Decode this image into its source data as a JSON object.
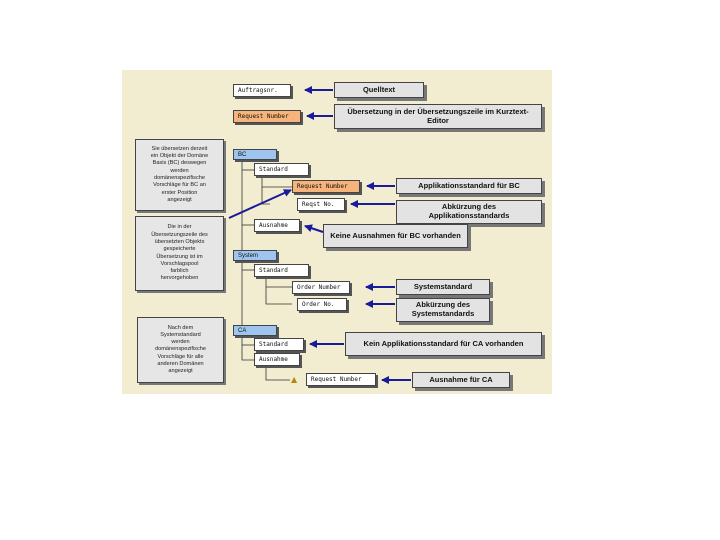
{
  "nodes": {
    "auftragsnr": "Auftragsnr.",
    "request_number_top": "Request Number",
    "bc": "BC",
    "bc_standard": "Standard",
    "bc_request_number": "Request Number",
    "bc_reqst_no": "Reqst No.",
    "bc_ausnahme": "Ausnahme",
    "system": "System",
    "sys_standard": "Standard",
    "sys_order_number": "Order Number",
    "sys_order_no": "Order No.",
    "ca": "CA",
    "ca_standard": "Standard",
    "ca_ausnahme": "Ausnahme",
    "ca_request_number": "Request Number"
  },
  "callouts": {
    "quelltext": "Quelltext",
    "uebersetzung": "Übersetzung in der Übersetzungszeile im Kurztext-Editor",
    "app_standard_bc": "Applikationsstandard für BC",
    "abk_app_standard": "Abkürzung des Applikationsstandards",
    "keine_ausnahmen_bc": "Keine Ausnahmen für BC vorhanden",
    "systemstandard": "Systemstandard",
    "abk_systemstandards": "Abkürzung des Systemstandards",
    "kein_app_standard_ca": "Kein Applikationsstandard für CA vorhanden",
    "ausnahme_ca": "Ausnahme für CA"
  },
  "notes": {
    "note1": [
      "Sie übersetzen derzeit",
      "ein Objekt der Domäne",
      "Basis (BC) deswegen",
      "werden",
      "domänenspezifische",
      "Vorschläge für BC an",
      "erster Position",
      "angezeigt"
    ],
    "note2": [
      "Die in der",
      "Übersetzungszeile des",
      "übersetzten Objekts",
      "gespeicherte",
      "Übersetzung ist im",
      "Vorschlagspool",
      "farblich",
      "hervorgehoben"
    ],
    "note3": [
      "Nach dem",
      "Systemstandard",
      "werden",
      "domänenspezifische",
      "Vorschläge für alle",
      "anderen Domänen",
      "angezeigt"
    ]
  },
  "colors": {
    "panel": "#f2ecd0",
    "highlight": "#f7b47a",
    "domain": "#9ec5ef",
    "arrow": "#1a1a9c"
  },
  "icons": {
    "ca_exception_icon": "folder-icon"
  }
}
